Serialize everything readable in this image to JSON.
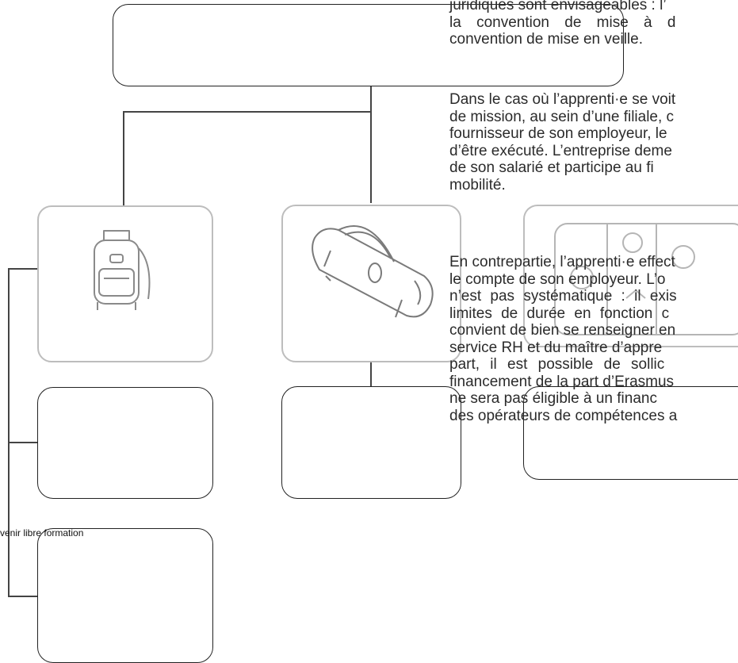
{
  "paragraph_1": [
    "juridiques sont envisageables : l’",
    "la convention de mise à d",
    "convention de mise en veille."
  ],
  "paragraph_2": [
    "Dans le cas où l’apprenti·e se voit",
    "de mission, au sein d’une filiale, c",
    "fournisseur de son employeur, le",
    "d’être exécuté. L’entreprise deme",
    "de son salarié et participe au fi",
    "mobilité."
  ],
  "paragraph_3": [
    "En contrepartie, l’apprenti·e effect",
    "le compte de son employeur. L’o",
    "n’est pas systématique : il exis",
    "limites de durée en fonction c",
    "convient de bien se renseigner en",
    "service RH et du maître d’appre",
    "part, il est possible de sollic",
    "financement de la part d’Erasmus",
    "ne sera pas éligible à un financ",
    "des opérateurs de compétences a"
  ],
  "caption": "venir libre formation",
  "icons": [
    "backpack-icon",
    "duffel-bag-icon",
    "suitcase-icon"
  ],
  "colors": {
    "box_border": "#222222",
    "card_border": "#bdbdbd",
    "text": "#2b2b2b"
  }
}
